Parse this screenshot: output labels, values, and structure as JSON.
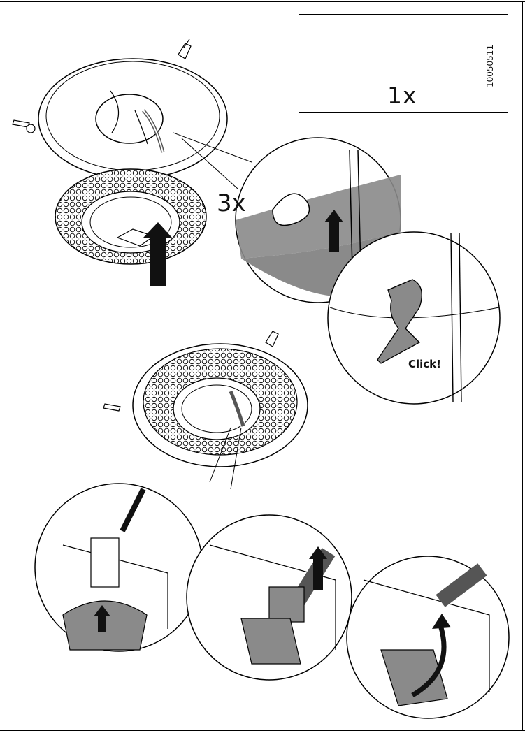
{
  "parts_box": {
    "quantity": "1x",
    "article_number": "10050511"
  },
  "step_one": {
    "multiplier": "3x"
  },
  "detail_click": {
    "label": "Click!"
  },
  "colors": {
    "line": "#000000",
    "shade": "#8a8a8a",
    "light_shade": "#d6d6d6",
    "background": "#ffffff"
  }
}
